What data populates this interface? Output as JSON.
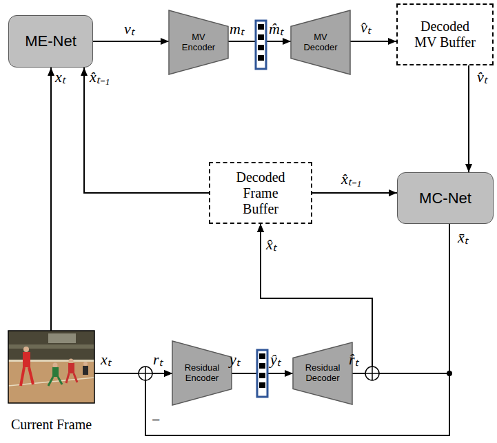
{
  "diagram": {
    "nodes": [
      {
        "text": [
          "ME-Net"
        ]
      },
      {
        "text": [
          "MV Encoder"
        ]
      },
      {
        "text": [
          "MV Decoder"
        ]
      },
      {
        "text": [
          "Decoded MV Buffer"
        ]
      },
      {
        "text": [
          "Decoded Frame Buffer"
        ]
      },
      {
        "text": [
          "MC-Net"
        ]
      },
      {
        "text": [
          "Current Frame"
        ]
      },
      {
        "text": [
          "Residual Encoder"
        ]
      },
      {
        "text": [
          "Residual Decoder"
        ]
      }
    ],
    "edges": [
      {
        "from": 0,
        "to": 1,
        "arrow": "to",
        "label": "vₜ"
      },
      {
        "from": 1,
        "to": 2,
        "arrow": "to"
      },
      {
        "from": 2,
        "to": 3,
        "arrow": "to",
        "label": "v̂ₜ"
      },
      {
        "from": 3,
        "to": 5,
        "arrow": "to",
        "label": "v̂ₜ"
      },
      {
        "from": 4,
        "to": 0,
        "arrow": "to",
        "label": "x̂ₜ₋₁"
      },
      {
        "from": 4,
        "to": 5,
        "arrow": "to",
        "label": "x̂ₜ₋₁"
      },
      {
        "from": 6,
        "to": 0,
        "arrow": "to",
        "label": "xₜ"
      },
      {
        "from": 6,
        "to": 7,
        "arrow": "to"
      },
      {
        "from": 7,
        "to": 8,
        "arrow": "to"
      },
      {
        "from": 8,
        "to": 4,
        "arrow": "to"
      },
      {
        "from": 5,
        "to": 4,
        "arrow": "to"
      },
      {
        "from": 5,
        "to": 7,
        "arrow": "to"
      }
    ],
    "labels": [
      "mₜ",
      "m̂ₜ",
      "x̄ₜ",
      "x̂ₜ",
      "xₜ",
      "rₜ",
      "−",
      "yₜ",
      "ŷₜ",
      "r̂ₜ"
    ]
  }
}
